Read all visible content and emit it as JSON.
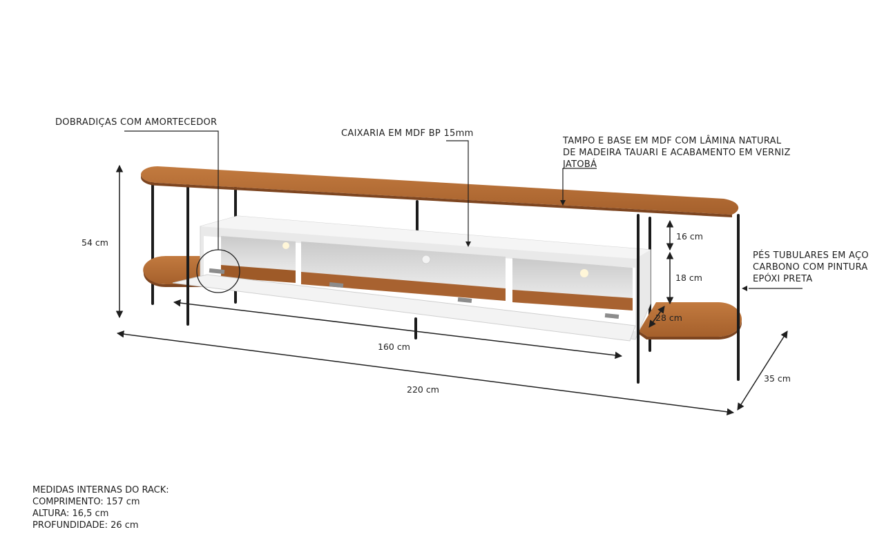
{
  "callouts": {
    "hinges": "DOBRADIÇAS COM AMORTECEDOR",
    "casing": "CAIXARIA EM MDF BP 15mm",
    "top_line1": "TAMPO E BASE EM MDF COM LÂMINA NATURAL",
    "top_line2": "DE MADEIRA TAUARI E ACABAMENTO EM VERNIZ",
    "top_line3": "JATOBÁ",
    "feet_line1": "PÉS TUBULARES EM AÇO",
    "feet_line2": "CARBONO COM PINTURA",
    "feet_line3": "EPÓXI PRETA"
  },
  "dimensions": {
    "height": "54 cm",
    "niche_upper": "16 cm",
    "niche_lower": "18 cm",
    "niche_depth": "28 cm",
    "cabinet_width": "160 cm",
    "total_width": "220 cm",
    "total_depth": "35 cm"
  },
  "internal_measures": {
    "title": "MEDIDAS INTERNAS DO RACK:",
    "length": "COMPRIMENTO: 157 cm",
    "height": "ALTURA: 16,5 cm",
    "depth": "PROFUNDIDADE: 26 cm"
  },
  "colors": {
    "wood": "#b06a34",
    "wood_dark": "#8a4e22",
    "cabinet": "#ededed",
    "legs": "#1b1b1b",
    "lines": "#1e1e1e"
  }
}
